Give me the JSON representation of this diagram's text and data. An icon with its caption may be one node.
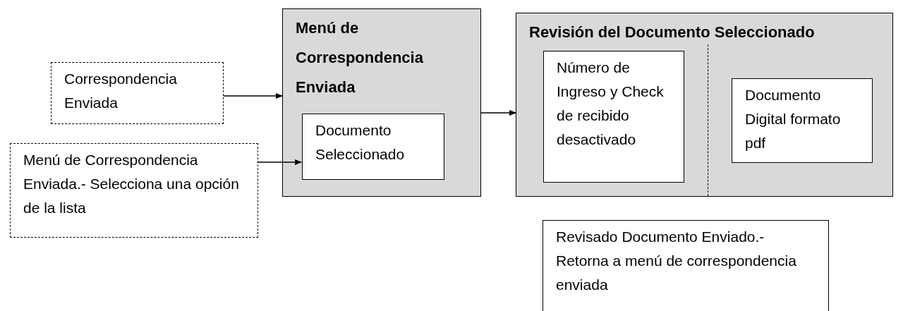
{
  "diagram": {
    "nodes": [
      {
        "text": [
          "Correspondencia Enviada"
        ]
      },
      {
        "text": [
          "Menú de Correspondencia Enviada.- Selecciona una opción de la lista"
        ]
      },
      {
        "text": [
          "Menú de Correspondencia Enviada"
        ]
      },
      {
        "text": [
          "Documento Seleccionado"
        ],
        "in": 2
      },
      {
        "text": [
          "Revisión del Documento Seleccionado"
        ]
      },
      {
        "text": [
          "Número de Ingreso y Check de recibido desactivado"
        ],
        "in": 4
      },
      {
        "text": [
          "Documento Digital formato pdf"
        ],
        "in": 4
      },
      {
        "text": [
          "Revisado Documento Enviado.- Retorna a menú de correspondencia enviada"
        ]
      }
    ],
    "edges": [
      {
        "from": 0,
        "to": 2,
        "arrow": "to"
      },
      {
        "from": 1,
        "to": 3,
        "arrow": "to"
      },
      {
        "from": 2,
        "to": 4,
        "arrow": "to"
      }
    ]
  }
}
